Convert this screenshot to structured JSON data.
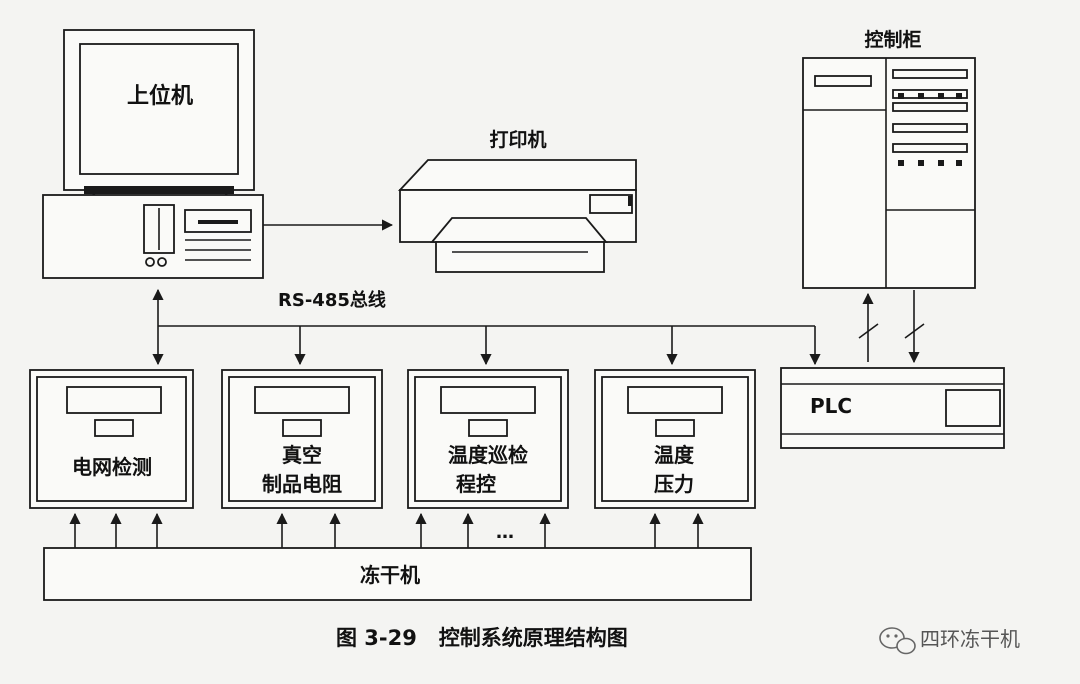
{
  "labels": {
    "host_computer": "上位机",
    "printer": "打印机",
    "control_cabinet": "控制柜",
    "bus": "RS-485总线",
    "plc": "PLC",
    "grid_monitor": "电网检测",
    "vacuum_line1": "真空",
    "vacuum_line2": "制品电阻",
    "temp_patrol_line1": "温度巡检",
    "temp_patrol_line2": "程控",
    "temp_pressure_line1": "温度",
    "temp_pressure_line2": "压力",
    "freeze_dryer": "冻干机",
    "ellipsis": "…"
  },
  "caption": "图 3-29   控制系统原理结构图",
  "watermark": "四环冻干机"
}
